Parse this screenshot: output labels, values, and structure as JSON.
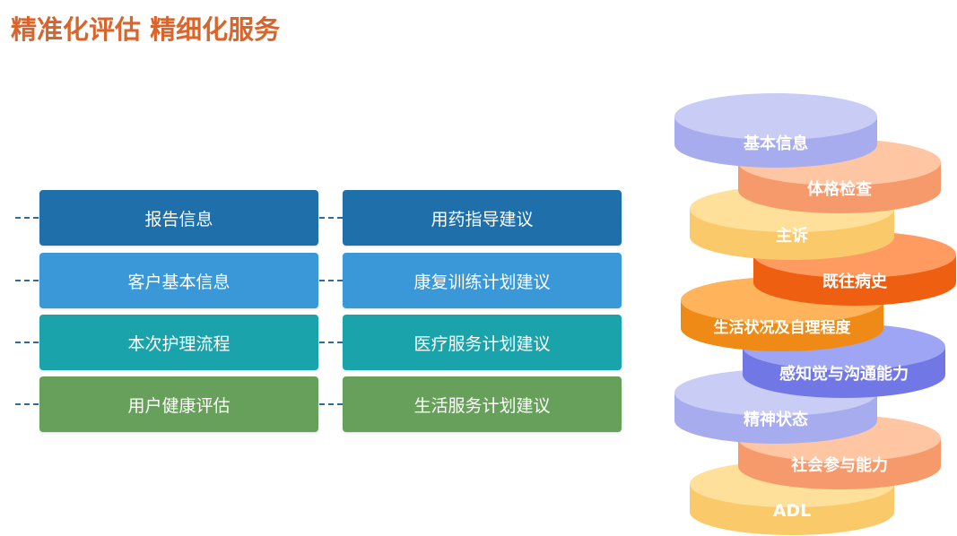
{
  "title": "精准化评估 精细化服务",
  "left_column": [
    {
      "label": "报告信息",
      "color": "#1f6fab"
    },
    {
      "label": "客户基本信息",
      "color": "#3a98d8"
    },
    {
      "label": "本次护理流程",
      "color": "#1aa3aa"
    },
    {
      "label": "用户健康评估",
      "color": "#67a05a"
    }
  ],
  "right_column": [
    {
      "label": "用药指导建议",
      "color": "#1f6fab"
    },
    {
      "label": "康复训练计划建议",
      "color": "#3a98d8"
    },
    {
      "label": "医疗服务计划建议",
      "color": "#1aa3aa"
    },
    {
      "label": "生活服务计划建议",
      "color": "#67a05a"
    }
  ],
  "stack_discs": [
    {
      "label": "ADL",
      "top": "#ffe09a",
      "side": "#f9c96a"
    },
    {
      "label": "社会参与能力",
      "top": "#ffc6a3",
      "side": "#f79a6b"
    },
    {
      "label": "精神状态",
      "top": "#c9cdf6",
      "side": "#a7acee"
    },
    {
      "label": "感知觉与沟通能力",
      "top": "#9da5f4",
      "side": "#7178e6"
    },
    {
      "label": "生活状况及自理程度",
      "top": "#ffb45c",
      "side": "#ee8a15"
    },
    {
      "label": "既往病史",
      "top": "#ff9a60",
      "side": "#ef5f12"
    },
    {
      "label": "主诉",
      "top": "#ffe09a",
      "side": "#f9c96a"
    },
    {
      "label": "体格检查",
      "top": "#ffc6a3",
      "side": "#f79a6b"
    },
    {
      "label": "基本信息",
      "top": "#c9cdf6",
      "side": "#a7acee"
    }
  ]
}
